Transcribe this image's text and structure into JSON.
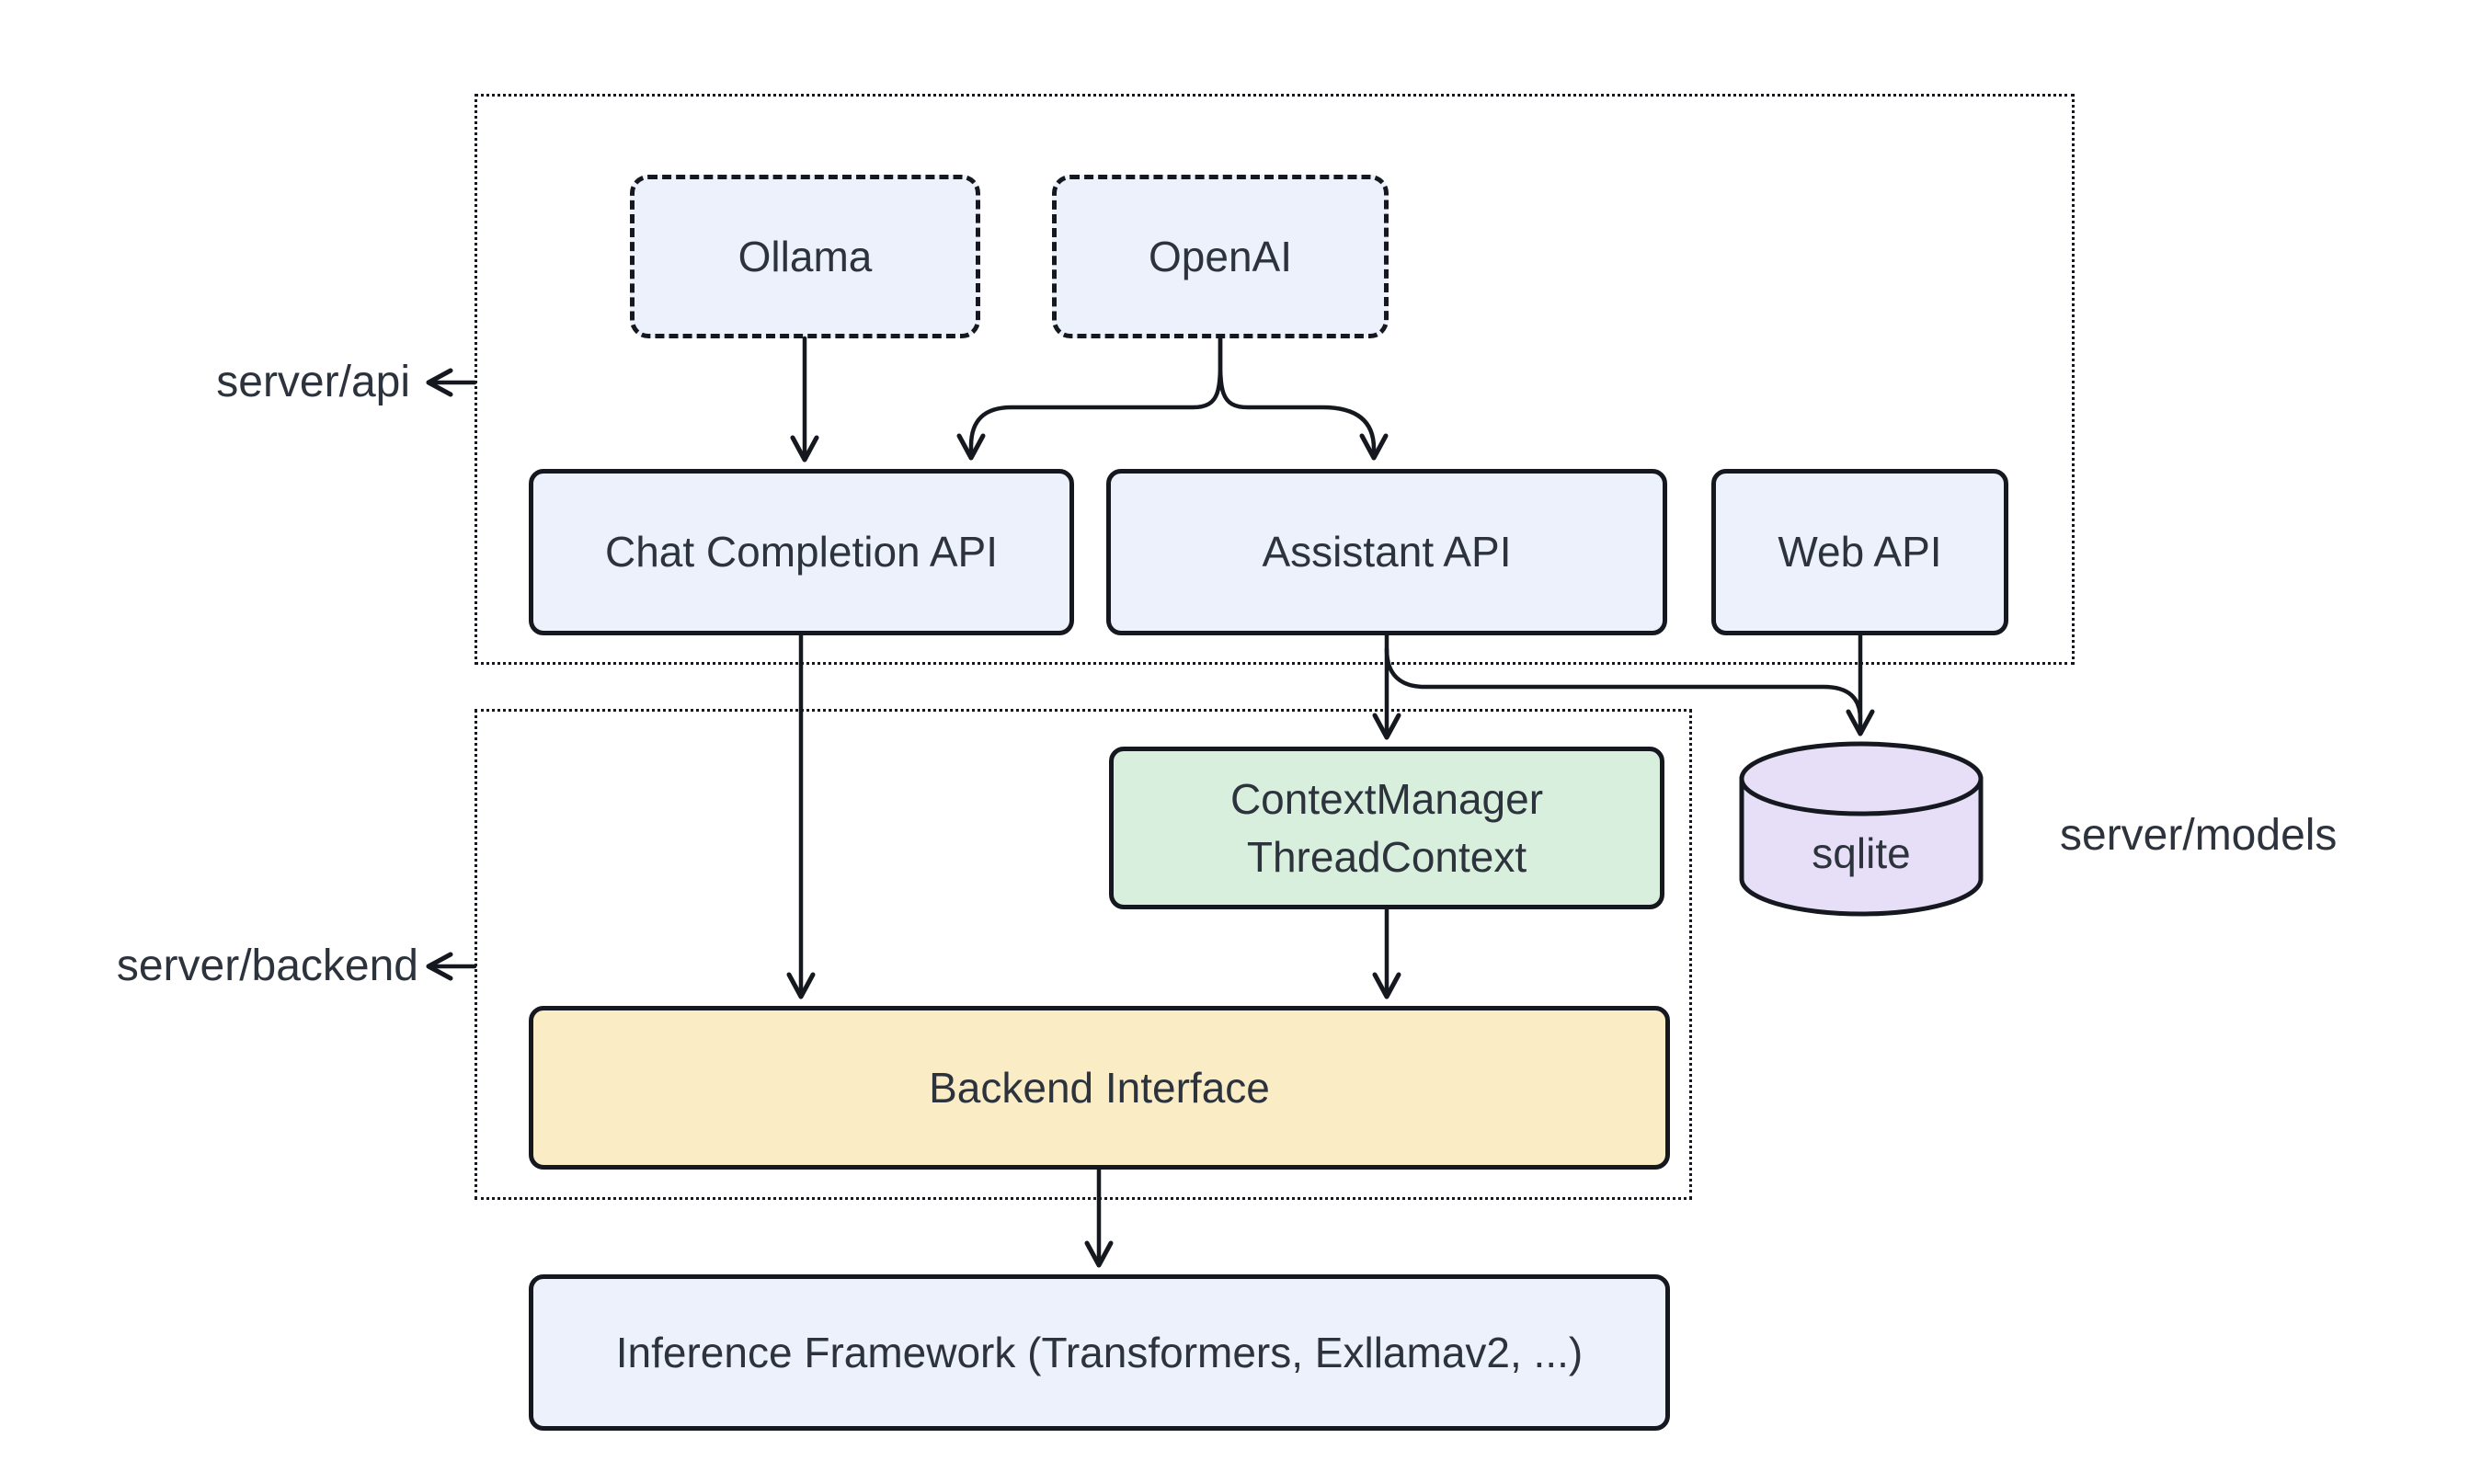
{
  "diagram": {
    "title_implied": "server architecture diagram",
    "colors": {
      "background": "#ffffff",
      "stroke": "#15181e",
      "text": "#2d333c",
      "node_blue": "#ecf1fb",
      "node_green": "#d9efdd",
      "node_yellow": "#faecc5",
      "node_purple": "#e7dff7"
    },
    "containers": {
      "api": {
        "label": "server/api"
      },
      "backend": {
        "label": "server/backend"
      }
    },
    "external_labels": {
      "models": "server/models"
    },
    "nodes": {
      "ollama": {
        "label": "Ollama",
        "fill": "#ecf1fb",
        "border": "dashed"
      },
      "openai": {
        "label": "OpenAI",
        "fill": "#ecf1fb",
        "border": "dashed"
      },
      "chat_api": {
        "label": "Chat Completion API",
        "fill": "#ecf1fb",
        "border": "solid"
      },
      "assistant_api": {
        "label": "Assistant API",
        "fill": "#ecf1fb",
        "border": "solid"
      },
      "web_api": {
        "label": "Web API",
        "fill": "#ecf1fb",
        "border": "solid"
      },
      "context_manager": {
        "label_line1": "ContextManager",
        "label_line2": "ThreadContext",
        "fill": "#d9efdd",
        "border": "solid"
      },
      "backend_interface": {
        "label": "Backend Interface",
        "fill": "#faecc5",
        "border": "solid"
      },
      "inference": {
        "label": "Inference Framework (Transformers, Exllamav2, ...)",
        "fill": "#ecf1fb",
        "border": "solid"
      },
      "sqlite": {
        "label": "sqlite",
        "fill": "#e7dff7",
        "shape": "cylinder"
      }
    },
    "edges": [
      {
        "from": "Ollama",
        "to": "Chat Completion API"
      },
      {
        "from": "OpenAI",
        "to": "Chat Completion API"
      },
      {
        "from": "OpenAI",
        "to": "Assistant API"
      },
      {
        "from": "Chat Completion API",
        "to": "Backend Interface"
      },
      {
        "from": "Assistant API",
        "to": "ContextManager ThreadContext"
      },
      {
        "from": "Assistant API",
        "to": "sqlite"
      },
      {
        "from": "Web API",
        "to": "sqlite"
      },
      {
        "from": "ContextManager ThreadContext",
        "to": "Backend Interface"
      },
      {
        "from": "Backend Interface",
        "to": "Inference Framework (Transformers, Exllamav2, ...)"
      },
      {
        "from": "server/api boundary",
        "to": "server/api label"
      },
      {
        "from": "server/backend boundary",
        "to": "server/backend label"
      }
    ]
  }
}
